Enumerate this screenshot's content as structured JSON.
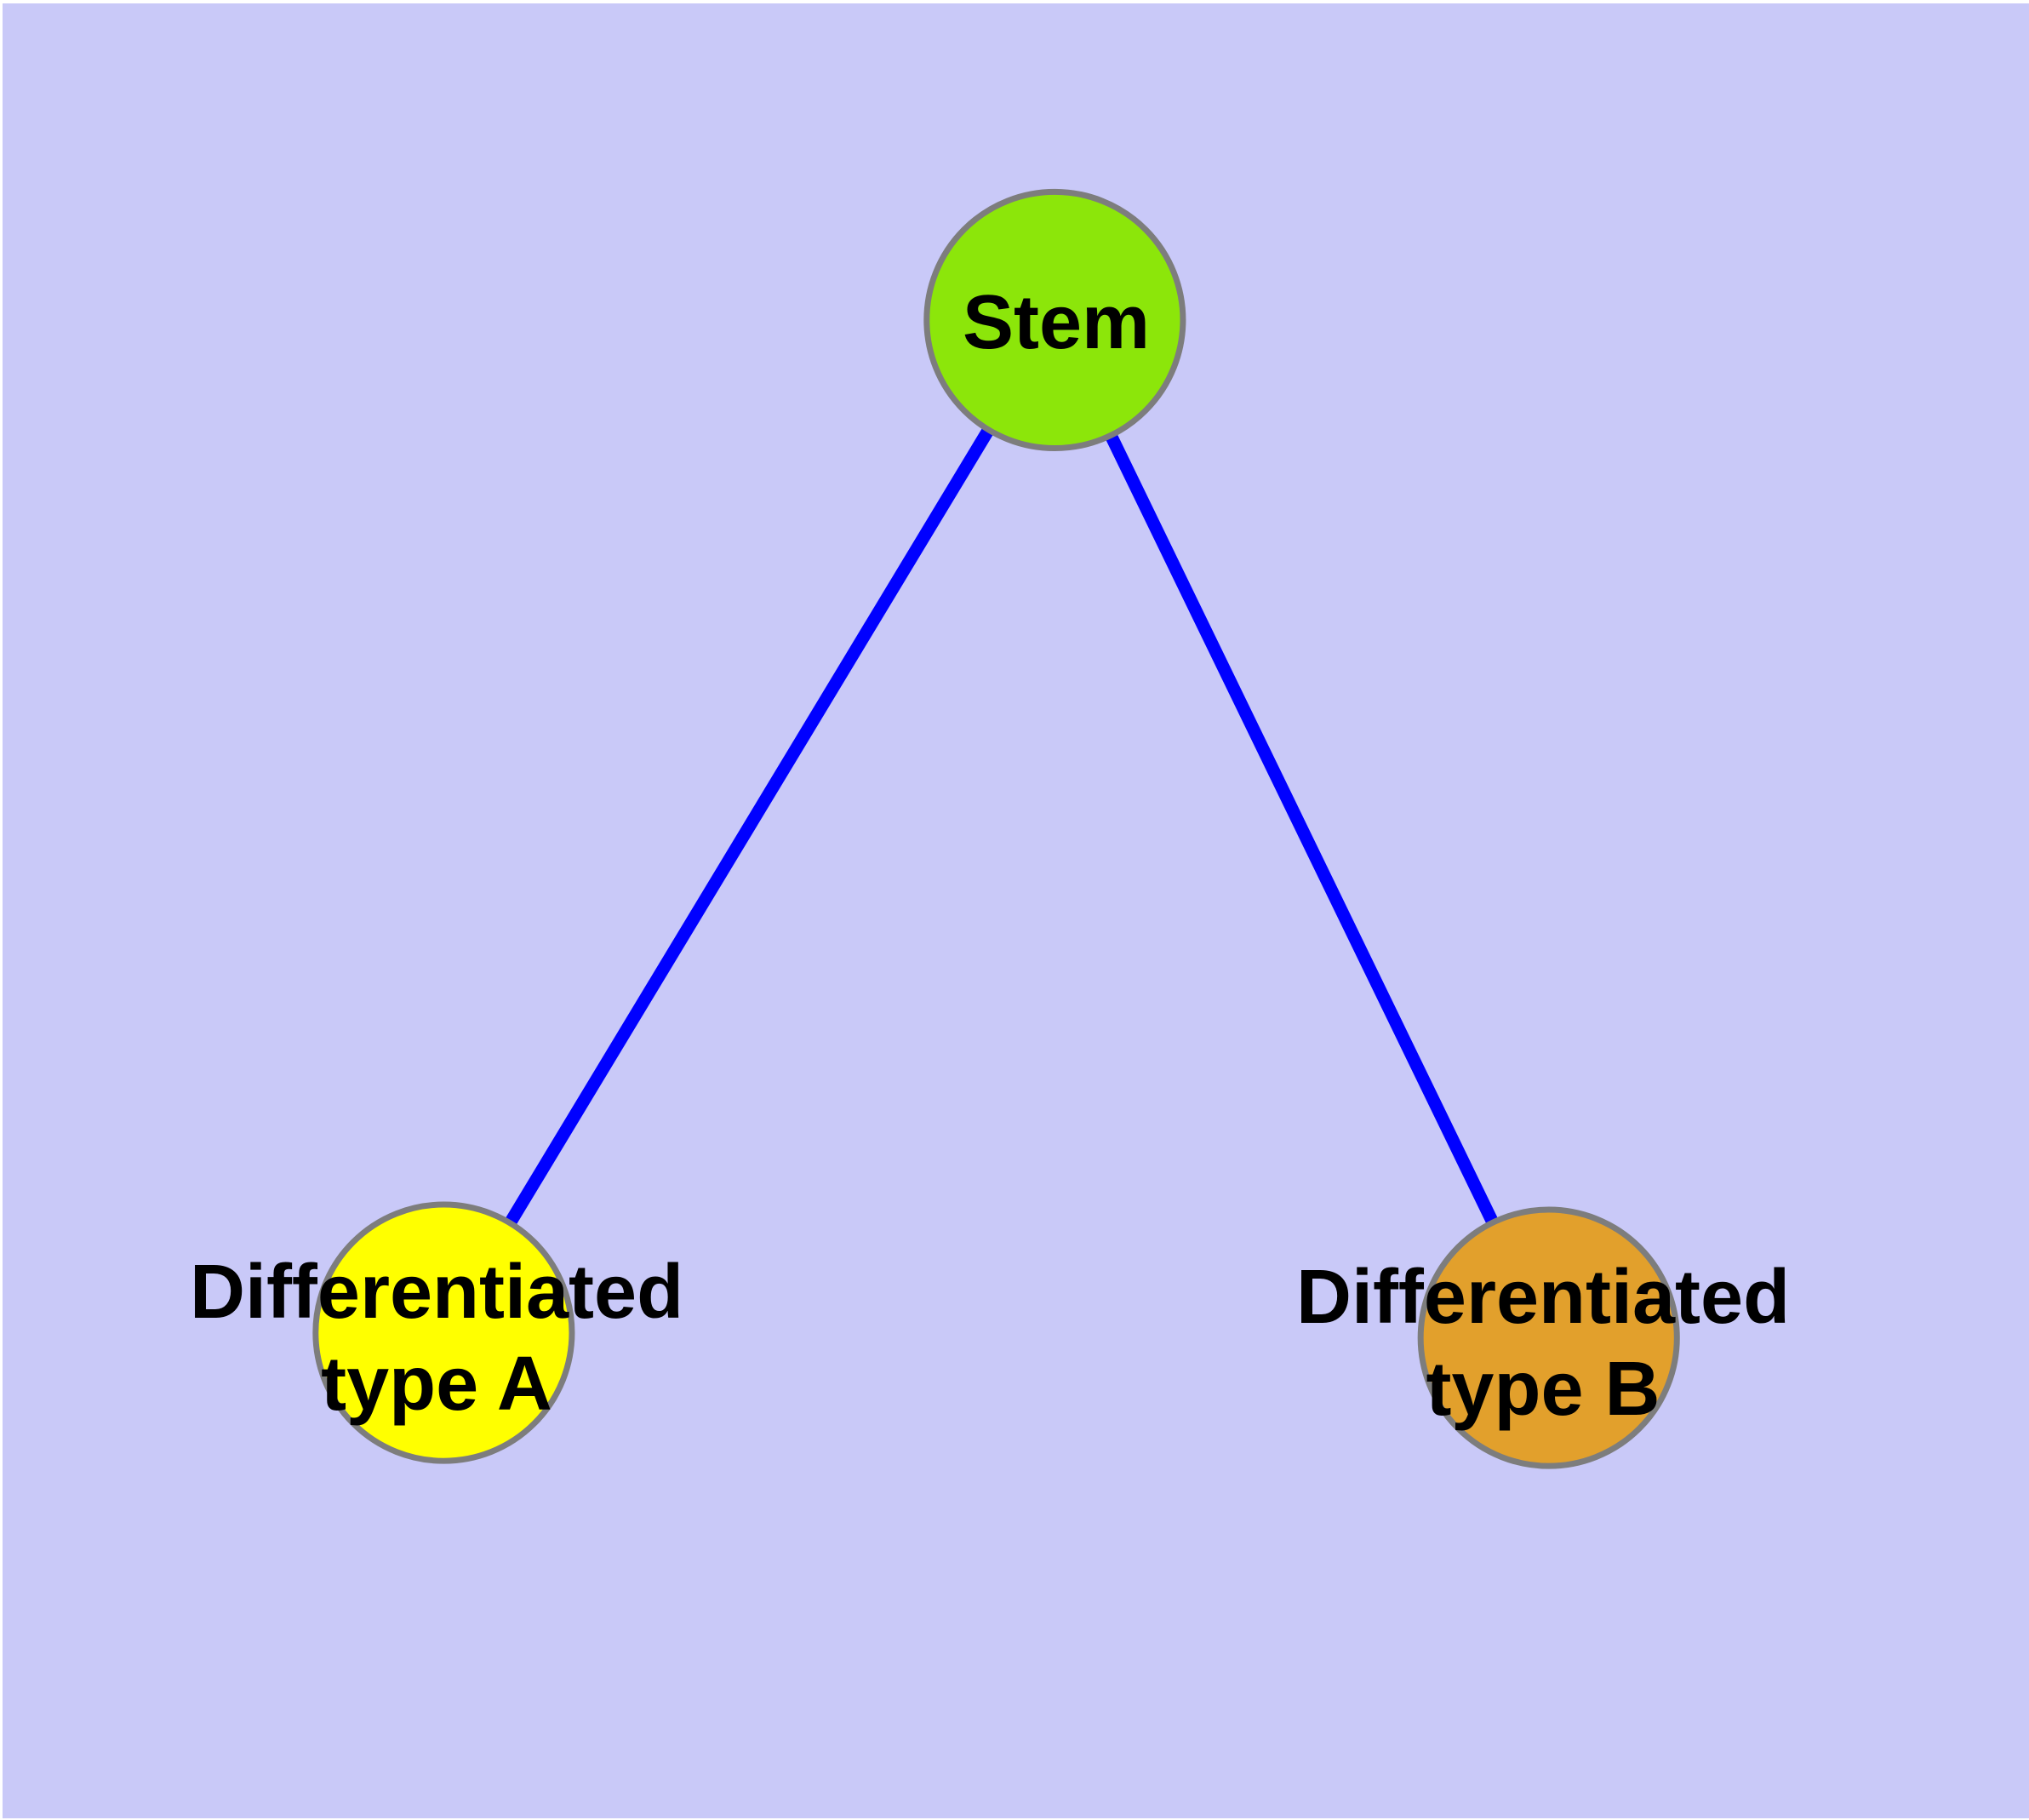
{
  "diagram": {
    "background_color": "#C9C9F8",
    "frame_color": "#FFFFFF",
    "edge_color": "#0000FF",
    "node_border_color": "#7D7D7D",
    "label_color": "#000000",
    "nodes": [
      {
        "id": "stem",
        "label": "Stem",
        "fill": "#8CE60A"
      },
      {
        "id": "differentiated-type-a",
        "label": "Differentiated\ntype A",
        "fill": "#FFFF00"
      },
      {
        "id": "differentiated-type-b",
        "label": "Differentiated\ntype B",
        "fill": "#E2A02C"
      }
    ],
    "edges": [
      {
        "from": "Stem",
        "to": "Differentiated type A"
      },
      {
        "from": "Stem",
        "to": "Differentiated type B"
      }
    ]
  }
}
